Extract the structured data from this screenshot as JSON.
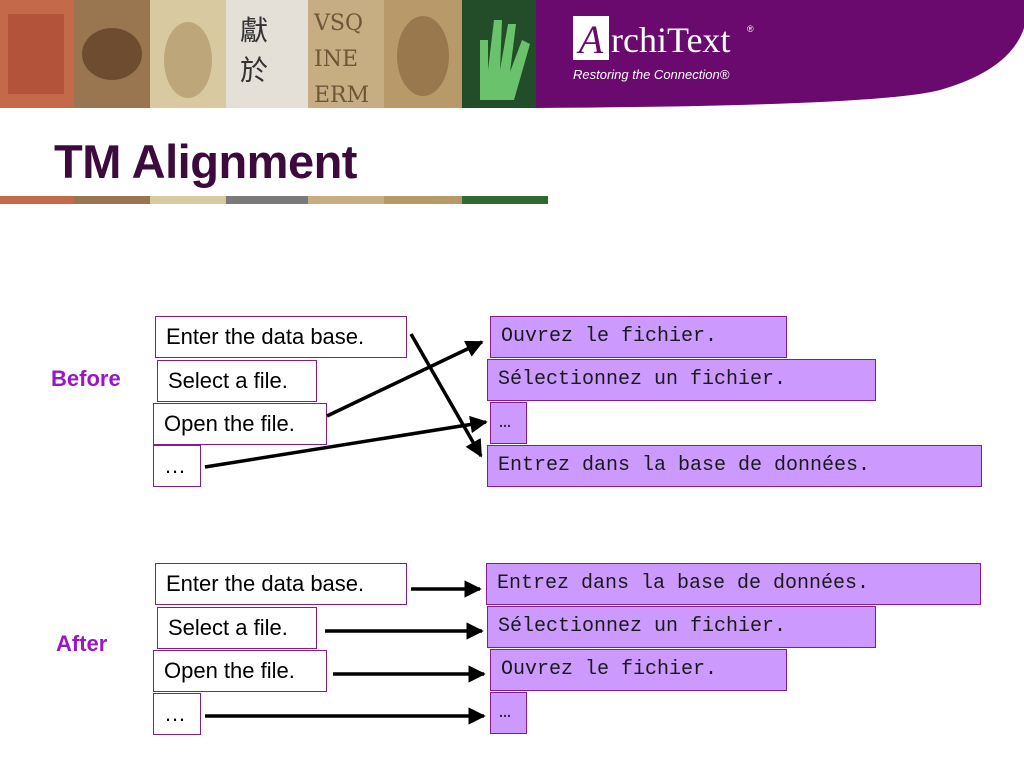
{
  "header": {
    "logo_letter": "A",
    "logo_rest": "rchiText",
    "logo_reg": "®",
    "tagline": "Restoring the Connection®",
    "brand_color": "#6b0a6e"
  },
  "title": "TM Alignment",
  "before": {
    "label": "Before",
    "source": [
      "Enter the data base.",
      "Select a file.",
      "Open the file.",
      "…"
    ],
    "target": [
      "Ouvrez le fichier.",
      "Sélectionnez un fichier.",
      "…",
      "Entrez dans la base de données."
    ]
  },
  "after": {
    "label": "After",
    "source": [
      "Enter the data base.",
      "Select a file.",
      "Open the file.",
      "…"
    ],
    "target": [
      "Entrez dans la base de données.",
      "Sélectionnez un fichier.",
      "Ouvrez le fichier.",
      "…"
    ]
  },
  "colors": {
    "label": "#9a16c8",
    "target_fill": "#cc99ff",
    "box_border": "#8a1a8a",
    "title": "#3c0a3c"
  }
}
